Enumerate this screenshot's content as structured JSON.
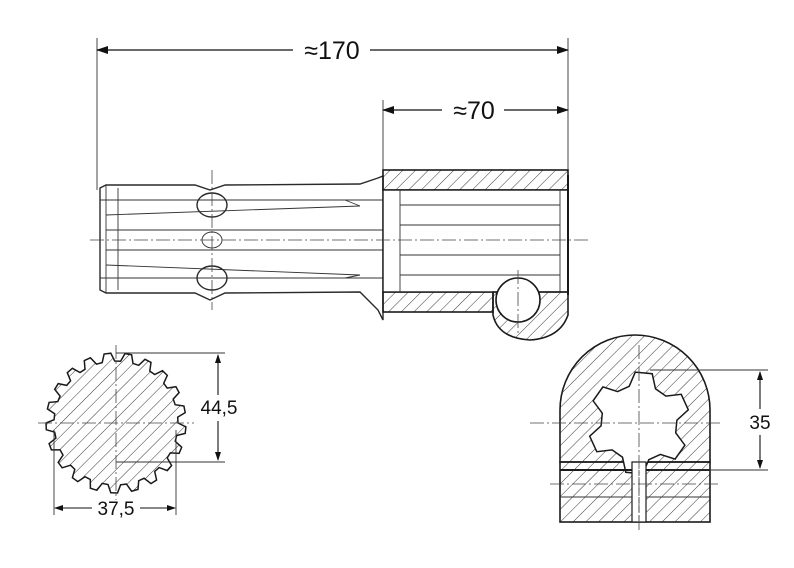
{
  "dimensions": {
    "overall_length": "≈170",
    "sleeve_length": "≈70",
    "shaft_major_diameter": "44,5",
    "shaft_minor_diameter": "37,5",
    "bore_diameter": "35"
  }
}
